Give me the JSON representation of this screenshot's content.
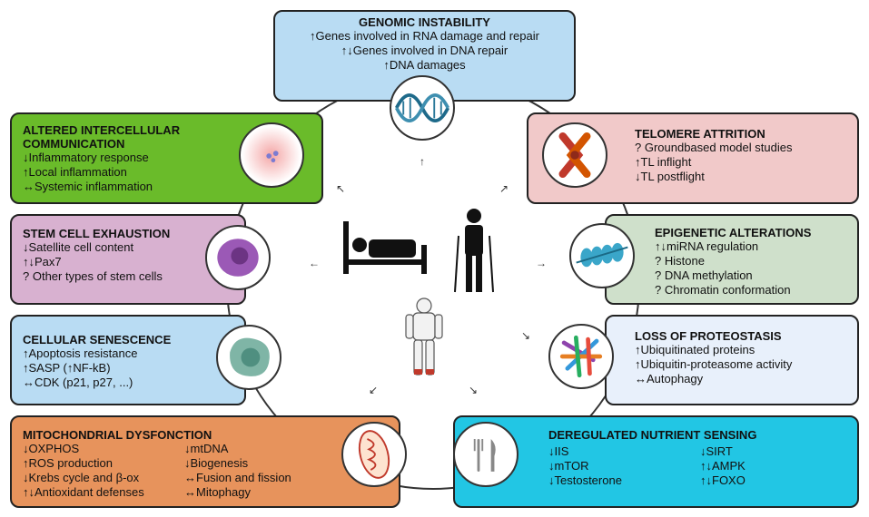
{
  "genomic": {
    "title": "GENOMIC INSTABILITY",
    "lines": [
      "↑Genes involved in RNA damage and repair",
      "↑↓Genes involved in DNA repair",
      "↑DNA damages"
    ]
  },
  "intercellular": {
    "title": "ALTERED INTERCELLULAR COMMUNICATION",
    "lines": [
      "↓Inflammatory response",
      "↑Local inflammation",
      "↔Systemic inflammation"
    ]
  },
  "stemcell": {
    "title": "STEM CELL EXHAUSTION",
    "lines": [
      "↓Satellite cell content",
      "↑↓Pax7",
      "? Other types of stem cells"
    ]
  },
  "senescence": {
    "title": "CELLULAR SENESCENCE",
    "lines": [
      "↑Apoptosis resistance",
      "↑SASP (↑NF-kB)",
      "↔CDK (p21, p27, ...)"
    ]
  },
  "mito": {
    "title": "MITOCHONDRIAL DYSFONCTION",
    "col1": [
      "↓OXPHOS",
      "↑ROS production",
      "↓Krebs cycle and β-ox",
      "↑↓Antioxidant defenses"
    ],
    "col2": [
      "↓mtDNA",
      "↓Biogenesis",
      "↔Fusion and fission",
      "↔Mitophagy"
    ]
  },
  "telomere": {
    "title": "TELOMERE ATTRITION",
    "lines": [
      "? Groundbased model studies",
      "↑TL inflight",
      "↓TL postflight"
    ]
  },
  "epigenetic": {
    "title": "EPIGENETIC ALTERATIONS",
    "lines": [
      "↑↓miRNA regulation",
      "? Histone",
      "? DNA methylation",
      "? Chromatin conformation"
    ]
  },
  "proteostasis": {
    "title": "LOSS OF PROTEOSTASIS",
    "lines": [
      "↑Ubiquitinated proteins",
      "↑Ubiquitin-proteasome activity",
      "↔Autophagy"
    ]
  },
  "nutrient": {
    "title": "DEREGULATED NUTRIENT SENSING",
    "col1": [
      "↓IIS",
      "↓mTOR",
      "↓Testosterone"
    ],
    "col2": [
      "↓SIRT",
      "↑↓AMPK",
      "↑↓FOXO"
    ]
  },
  "colors": {
    "genomic": "#b9dcf3",
    "intercellular": "#6abb2a",
    "stemcell": "#d8b1d0",
    "senescence": "#b9dcf3",
    "mito": "#e7935c",
    "telomere": "#f1c9c9",
    "epigenetic": "#cfe0cb",
    "proteostasis": "#e8f0fb",
    "nutrient": "#22c6e4"
  }
}
